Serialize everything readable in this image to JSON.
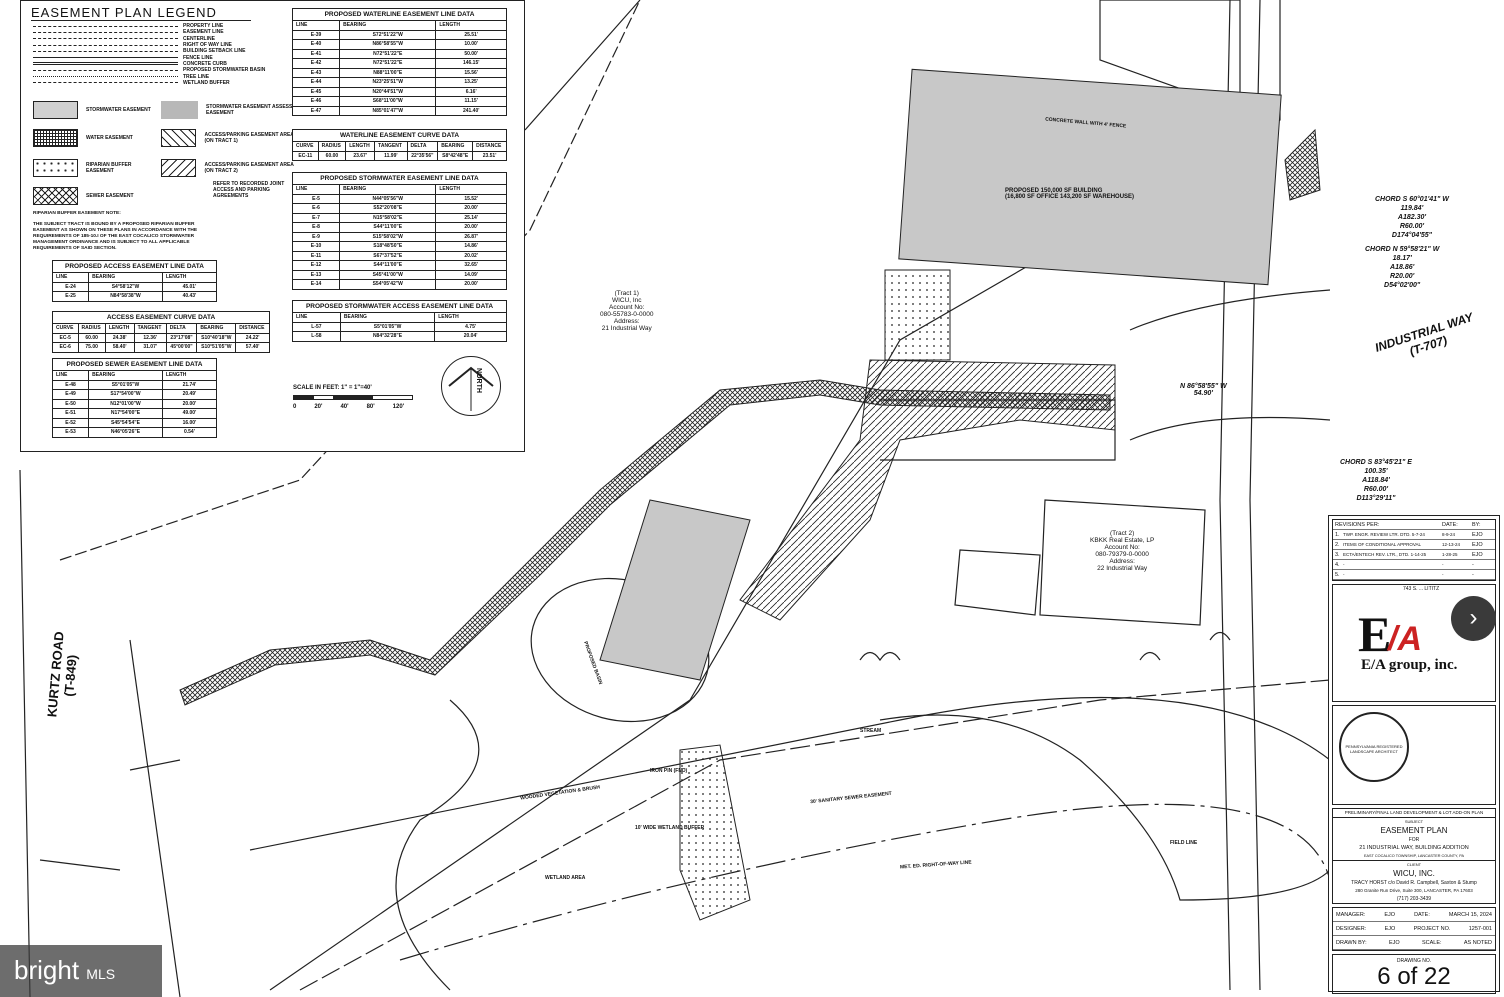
{
  "legend": {
    "title": "EASEMENT PLAN LEGEND",
    "lines": [
      "PROPERTY LINE",
      "EASEMENT LINE",
      "CENTERLINE",
      "RIGHT OF WAY LINE",
      "BUILDING SETBACK LINE",
      "FENCE LINE",
      "CONCRETE CURB",
      "PROPOSED STORMWATER BASIN",
      "TREE LINE",
      "WETLAND BUFFER"
    ],
    "areas": {
      "stormwater": "STORMWATER EASEMENT",
      "stormwater_access": "STORMWATER EASEMENT ASSESS EASEMENT",
      "water": "WATER EASEMENT",
      "access1": "ACCESS/PARKING EASEMENT AREA (ON TRACT 1)",
      "riparian": "RIPARIAN BUFFER EASEMENT",
      "access2": "ACCESS/PARKING EASEMENT AREA (ON TRACT 2)",
      "refer": "REFER TO RECORDED JOINT ACCESS AND PARKING AGREEMENTS",
      "sewer": "SEWER EASEMENT"
    },
    "note_title": "RIPARIAN BUFFER EASEMENT NOTE:",
    "note": "THE SUBJECT TRACT IS BOUND BY A PROPOSED RIPARIAN BUFFER EASEMENT AS SHOWN ON THESE PLANS IN ACCORDANCE WITH THE REQUIREMENTS OF 185-10.I OF THE EAST COCALICO STORMWATER MANAGEMENT ORDINANCE AND IS SUBJECT TO ALL APPLICABLE REQUIREMENTS OF SAID SECTION.",
    "scale": "SCALE IN FEET: 1\" = 1\"=40'",
    "scale_ticks": [
      "0",
      "20'",
      "40'",
      "80'",
      "120'"
    ],
    "north": "NORTH"
  },
  "tables": [
    {
      "id": "waterline",
      "title": "PROPOSED WATERLINE EASEMENT LINE DATA",
      "headers": [
        "LINE",
        "BEARING",
        "LENGTH"
      ],
      "rows": [
        [
          "E-39",
          "S72°51'22\"W",
          "25.51'"
        ],
        [
          "E-40",
          "N86°58'55\"W",
          "10.00'"
        ],
        [
          "E-41",
          "N72°51'22\"E",
          "50.00'"
        ],
        [
          "E-42",
          "N72°51'22\"E",
          "146.15'"
        ],
        [
          "E-43",
          "N88°11'00\"E",
          "15.56'"
        ],
        [
          "E-44",
          "N23°25'51\"W",
          "13.25'"
        ],
        [
          "E-45",
          "N20°44'51\"W",
          "6.16'"
        ],
        [
          "E-46",
          "S68°11'00\"W",
          "11.15'"
        ],
        [
          "E-47",
          "N85°01'47\"W",
          "241.40'"
        ]
      ]
    },
    {
      "id": "waterline-curve",
      "title": "WATERLINE EASEMENT CURVE DATA",
      "headers": [
        "CURVE",
        "RADIUS",
        "LENGTH",
        "TANGENT",
        "DELTA",
        "BEARING",
        "DISTANCE"
      ],
      "rows": [
        [
          "EC-11",
          "60.00",
          "23.67'",
          "11.99'",
          "22°35'56\"",
          "S8°42'48\"E",
          "23.51'"
        ]
      ]
    },
    {
      "id": "stormwater",
      "title": "PROPOSED STORMWATER EASEMENT LINE DATA",
      "headers": [
        "LINE",
        "BEARING",
        "LENGTH"
      ],
      "rows": [
        [
          "E-5",
          "N44°05'56\"W",
          "15.52'"
        ],
        [
          "E-6",
          "S52°20'08\"E",
          "20.00'"
        ],
        [
          "E-7",
          "N15°58'02\"E",
          "25.14'"
        ],
        [
          "E-8",
          "S44°11'00\"E",
          "20.00'"
        ],
        [
          "E-9",
          "S15°58'02\"W",
          "26.87'"
        ],
        [
          "E-10",
          "S18°48'50\"E",
          "14.86'"
        ],
        [
          "E-11",
          "S67°37'52\"E",
          "20.02'"
        ],
        [
          "E-12",
          "S44°11'00\"E",
          "32.65'"
        ],
        [
          "E-13",
          "S45°41'00\"W",
          "14.09'"
        ],
        [
          "E-14",
          "S54°05'42\"W",
          "20.00'"
        ]
      ]
    },
    {
      "id": "stormwater-access",
      "title": "PROPOSED STORMWATER ACCESS EASEMENT LINE DATA",
      "headers": [
        "LINE",
        "BEARING",
        "LENGTH"
      ],
      "rows": [
        [
          "L-57",
          "S5°01'05\"W",
          "4.75'"
        ],
        [
          "L-58",
          "N84°32'28\"E",
          "20.04'"
        ]
      ]
    },
    {
      "id": "access",
      "title": "PROPOSED ACCESS EASEMENT LINE DATA",
      "headers": [
        "LINE",
        "BEARING",
        "LENGTH"
      ],
      "rows": [
        [
          "E-24",
          "S4°58'12\"W",
          "45.01'"
        ],
        [
          "E-25",
          "N84°58'38\"W",
          "40.43'"
        ]
      ]
    },
    {
      "id": "access-curve",
      "title": "ACCESS EASEMENT CURVE DATA",
      "headers": [
        "CURVE",
        "RADIUS",
        "LENGTH",
        "TANGENT",
        "DELTA",
        "BEARING",
        "DISTANCE"
      ],
      "rows": [
        [
          "EC-5",
          "60.00",
          "24.38'",
          "12.36'",
          "23°17'08\"",
          "S10°40'18\"W",
          "24.22'"
        ],
        [
          "EC-6",
          "75.00",
          "58.40'",
          "31.07'",
          "45°00'00\"",
          "S10°51'05\"W",
          "57.40'"
        ]
      ]
    },
    {
      "id": "sewer",
      "title": "PROPOSED SEWER EASEMENT LINE DATA",
      "headers": [
        "LINE",
        "BEARING",
        "LENGTH"
      ],
      "rows": [
        [
          "E-48",
          "S5°01'05\"W",
          "21.74'"
        ],
        [
          "E-49",
          "S17°54'00\"W",
          "20.49'"
        ],
        [
          "E-50",
          "N12°01'00\"W",
          "20.00'"
        ],
        [
          "E-51",
          "N17°54'00\"E",
          "49.00'"
        ],
        [
          "E-52",
          "S45°54'54\"E",
          "16.00'"
        ],
        [
          "E-53",
          "N46°05'26\"E",
          "0.54'"
        ]
      ]
    }
  ],
  "map": {
    "building": "PROPOSED 150,000 SF BUILDING",
    "building_sub": "(16,800 SF OFFICE 143,200 SF WAREHOUSE)",
    "tract1": [
      "(Tract 1)",
      "WICU, Inc",
      "Account No:",
      "080-55783-0-0000",
      "Address:",
      "21 Industrial Way"
    ],
    "tract2": [
      "(Tract 2)",
      "KBKK Real Estate, LP",
      "Account No:",
      "080-79379-0-0000",
      "Address:",
      "22 Industrial Way"
    ],
    "industrial_way": "INDUSTRIAL WAY",
    "industrial_way_num": "(T-707)",
    "kurtz_road": "KURTZ ROAD",
    "kurtz_road_num": "(T-849)",
    "chord1": [
      "CHORD S 60°01'41\" W",
      "119.84'",
      "A182.30'",
      "R60.00'",
      "D174°04'55\""
    ],
    "chord2": [
      "CHORD N 59°58'21\" W",
      "18.17'",
      "A18.86'",
      "R20.00'",
      "D54°02'00\""
    ],
    "chord3": [
      "CHORD S 83°45'21\" E",
      "100.35'",
      "A118.84'",
      "R60.00'",
      "D113°29'11\""
    ],
    "bearing1": [
      "N 86°58'55\" W",
      "54.90'"
    ],
    "stream": "STREAM",
    "wetland": "WETLAND AREA",
    "wooded": "WOODED VEGETATION & BRUSH",
    "sewer_easement": "30' SANITARY SEWER EASEMENT",
    "met_ed": "MET. ED. RIGHT-OF-WAY LINE",
    "field": "FIELD LINE",
    "wall": "CONCRETE WALL WITH 4' FENCE",
    "basin": "PROPOSED BASIN",
    "iron_pin": "IRON PIN (FND)",
    "wetland_buffer": "10' WIDE WETLAND BUFFER"
  },
  "titleblock": {
    "revisions_header": [
      "REVISIONS PER:",
      "DATE:",
      "BY:"
    ],
    "revisions": [
      [
        "1.",
        "TWP. ENGR. REVIEW LTR. DTD. 5-7-24",
        "8-9-24",
        "EJO"
      ],
      [
        "2.",
        "ITEMS OF CONDITIONAL APPROVAL",
        "12-13-24",
        "EJO"
      ],
      [
        "3.",
        "ECTA/ENTECH REV. LTR., DTD. 1-14-25",
        "1-28-25",
        "EJO"
      ],
      [
        "4.",
        "-",
        "-",
        "-"
      ],
      [
        "5.",
        "-",
        "-",
        "-"
      ]
    ],
    "firm": "E/A group, inc.",
    "firm_address": "743 S. ... LITITZ",
    "seal": "PENNSYLVANIA REGISTERED LANDSCAPE ARCHITECT",
    "plan_type": "PRELIMINARY/FINAL LAND DEVELOPMENT & LOT ADD-ON PLAN",
    "subject_label": "SUBJECT",
    "subject": "EASEMENT PLAN",
    "for": "FOR",
    "project": "21 INDUSTRIAL WAY, BUILDING ADDITION",
    "location": "EAST COCALICO TOWNSHIP, LANCASTER COUNTY, PA",
    "client_label": "CLIENT",
    "client": "WICU, INC.",
    "contact": "TRACY HORST c/o David R. Campbell, Saxton & Stump",
    "address": "280 Granite Run Drive, Suite 300, LANCASTER, PA 17603",
    "phone": "(717) 203-3439",
    "manager_label": "MANAGER:",
    "manager": "EJO",
    "date_label": "DATE:",
    "date": "MARCH 15, 2024",
    "designer_label": "DESIGNER:",
    "designer": "EJO",
    "project_no_label": "PROJECT NO.",
    "project_no": "1257-001",
    "drawn_label": "DRAWN BY:",
    "drawn": "EJO",
    "scale_label": "SCALE:",
    "scale": "AS NOTED",
    "drawing_no_label": "DRAWING NO.",
    "drawing_no": "6 of 22"
  },
  "watermark": {
    "brand": "bright",
    "suffix": "MLS"
  },
  "next_button": "›",
  "colors": {
    "easement_gray": "#c8c8c8",
    "line": "#222222"
  }
}
